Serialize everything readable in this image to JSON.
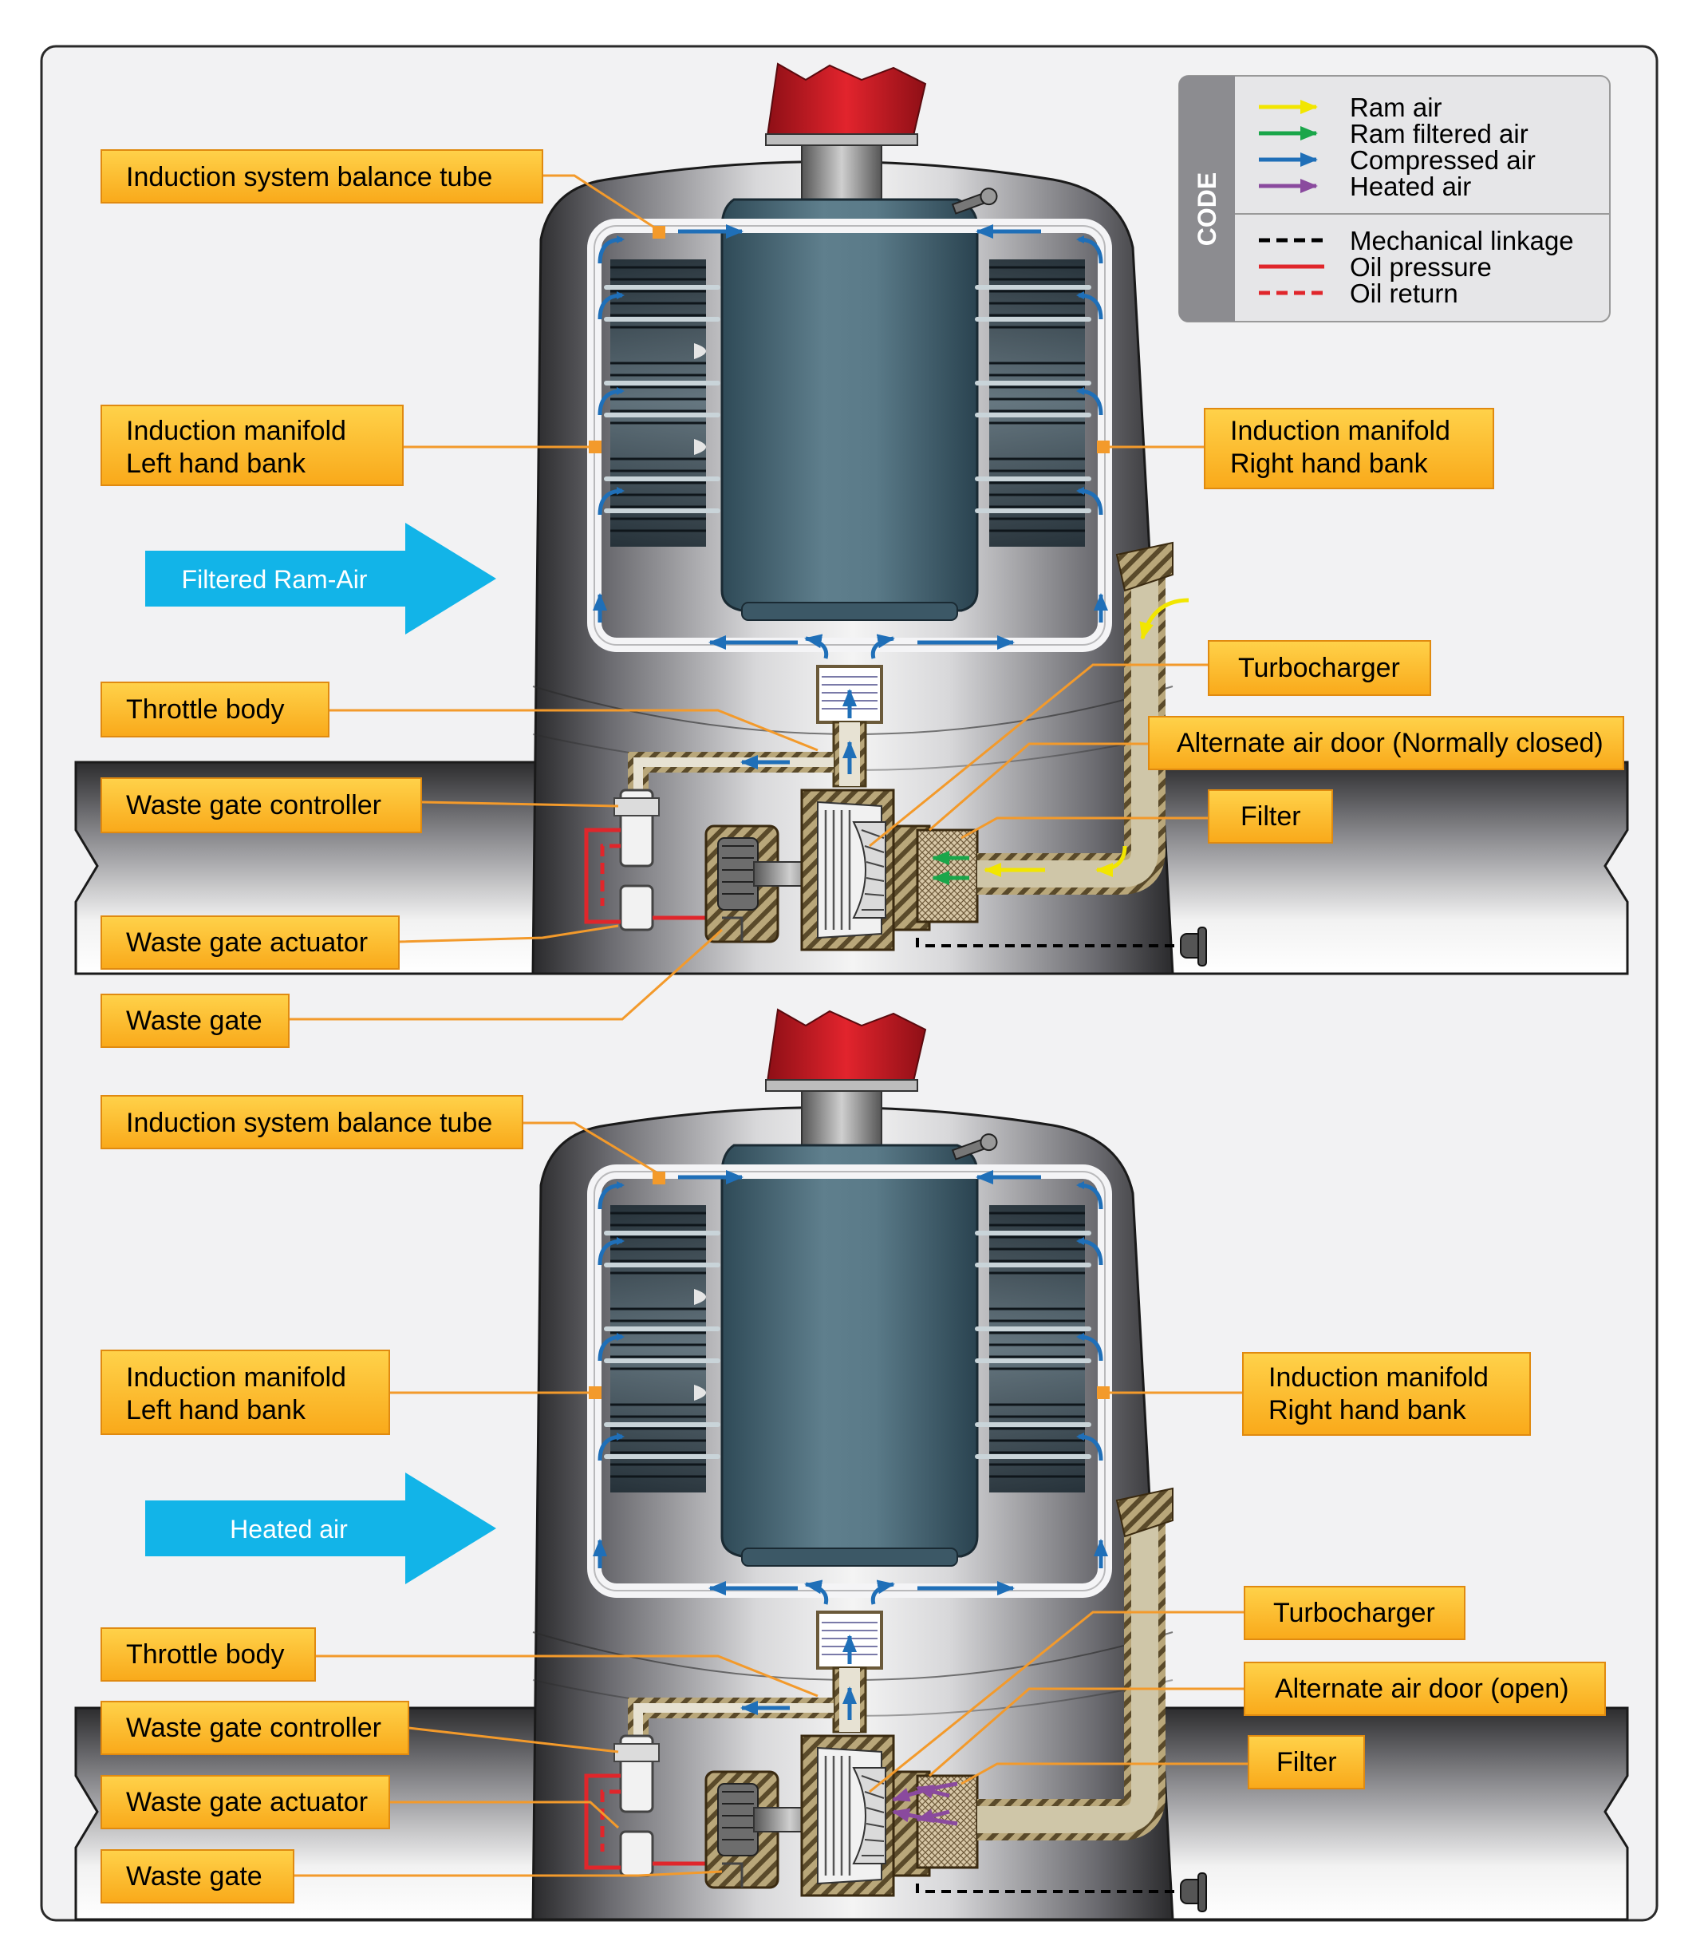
{
  "legend": {
    "title": "CODE",
    "items": [
      {
        "label": "Ram air",
        "color": "#f2e600",
        "style": "arrow"
      },
      {
        "label": "Ram filtered air",
        "color": "#1aa64a",
        "style": "arrow"
      },
      {
        "label": "Compressed air",
        "color": "#1f6fb8",
        "style": "arrow"
      },
      {
        "label": "Heated air",
        "color": "#8a4a9e",
        "style": "arrow"
      },
      {
        "label": "Mechanical linkage",
        "color": "#000000",
        "style": "dashed"
      },
      {
        "label": "Oil pressure",
        "color": "#e0262b",
        "style": "solid"
      },
      {
        "label": "Oil return",
        "color": "#e0262b",
        "style": "dashed"
      }
    ]
  },
  "top_panel": {
    "banner": "Filtered Ram-Air",
    "labels": {
      "balance_tube": "Induction system balance tube",
      "left_bank_1": "Induction manifold",
      "left_bank_2": "Left hand bank",
      "right_bank_1": "Induction manifold",
      "right_bank_2": "Right hand bank",
      "throttle_body": "Throttle body",
      "wg_controller": "Waste gate controller",
      "wg_actuator": "Waste gate actuator",
      "waste_gate": "Waste gate",
      "turbocharger": "Turbocharger",
      "alt_air_door": "Alternate air door (Normally closed)",
      "filter": "Filter"
    }
  },
  "bottom_panel": {
    "banner": "Heated air",
    "labels": {
      "balance_tube": "Induction system balance tube",
      "left_bank_1": "Induction manifold",
      "left_bank_2": "Left hand bank",
      "right_bank_1": "Induction manifold",
      "right_bank_2": "Right hand bank",
      "throttle_body": "Throttle body",
      "wg_controller": "Waste gate controller",
      "wg_actuator": "Waste gate actuator",
      "waste_gate": "Waste gate",
      "turbocharger": "Turbocharger",
      "alt_air_door": "Alternate air door (open)",
      "filter": "Filter"
    }
  },
  "colors": {
    "label_fill": "#fdb813",
    "leader": "#f39a2b",
    "compressed_air": "#1f6fb8",
    "ram_air": "#f2e600",
    "filtered_air": "#1aa64a",
    "heated_air": "#8a4a9e",
    "oil": "#e0262b",
    "banner": "#12b4e8",
    "spinner": "#d81e2a"
  }
}
